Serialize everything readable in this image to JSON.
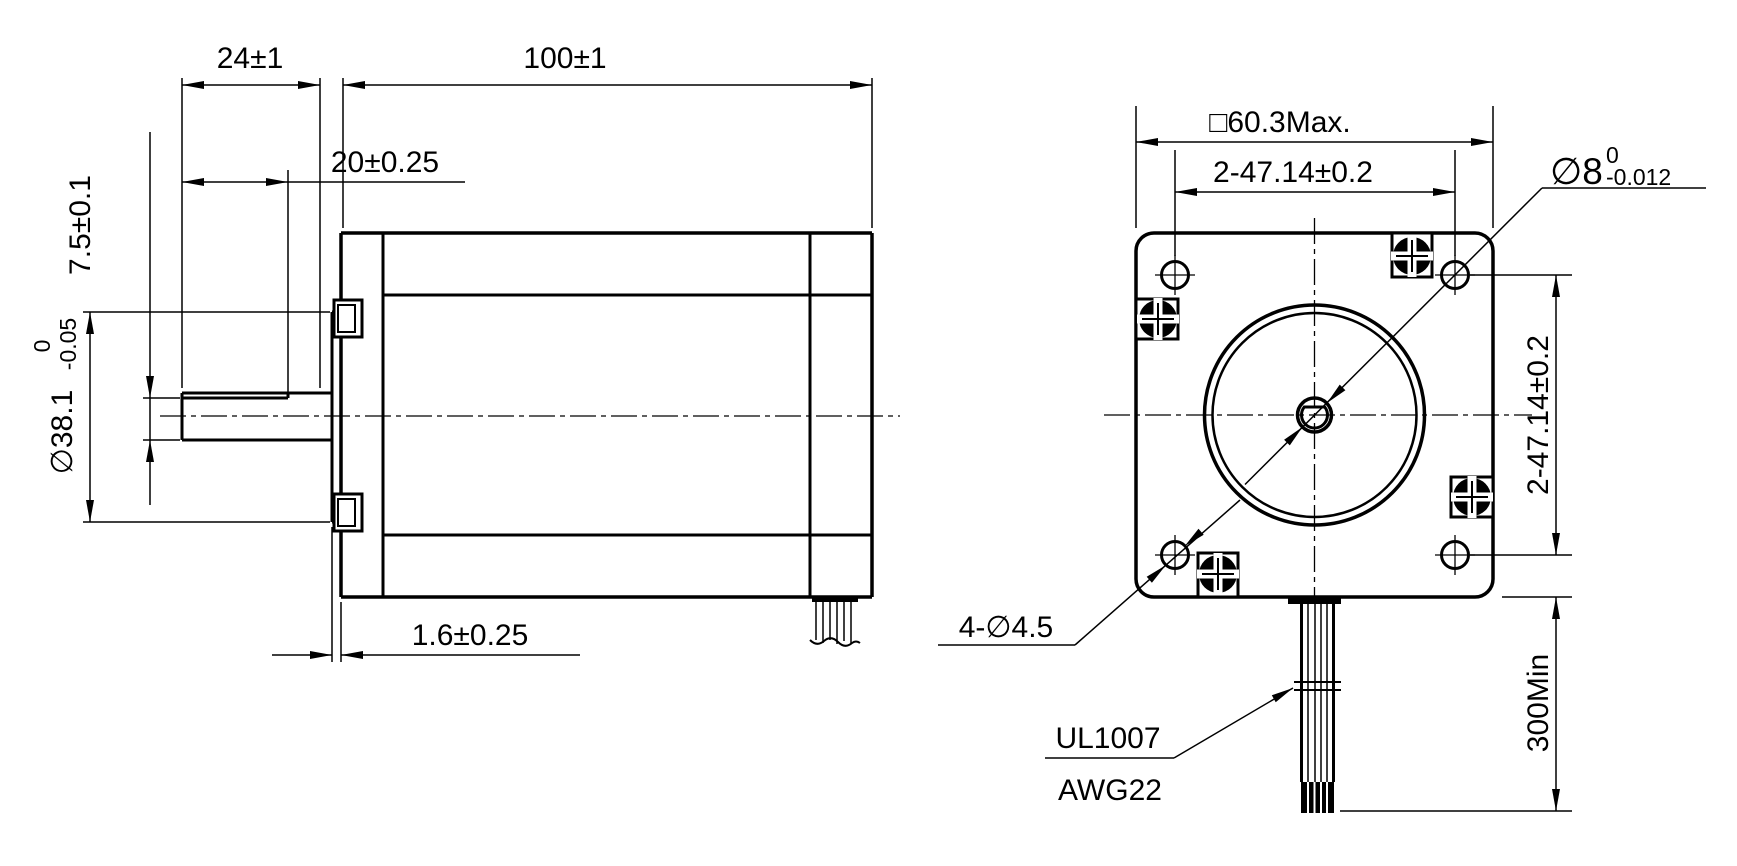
{
  "side": {
    "shaft_extension": "24±1",
    "body_length": "100±1",
    "shaft_flat_length": "20±0.25",
    "shaft_flat_height": "7.5±0.1",
    "pilot_diameter": "∅38.1",
    "pilot_diameter_tol_upper": "0",
    "pilot_diameter_tol_lower": "-0.05",
    "pilot_height": "1.6±0.25"
  },
  "front": {
    "frame_size": "□60.3Max.",
    "hole_spacing_horizontal": "2-47.14±0.2",
    "hole_spacing_vertical": "2-47.14±0.2",
    "shaft_diameter": "∅8",
    "shaft_diameter_tol_upper": "0",
    "shaft_diameter_tol_lower": "-0.012",
    "mounting_holes": "4-∅4.5",
    "lead_wire_type": "UL1007",
    "lead_wire_gauge": "AWG22",
    "lead_wire_length": "300Min"
  },
  "colors": {
    "line": "#000000",
    "background": "#ffffff"
  }
}
